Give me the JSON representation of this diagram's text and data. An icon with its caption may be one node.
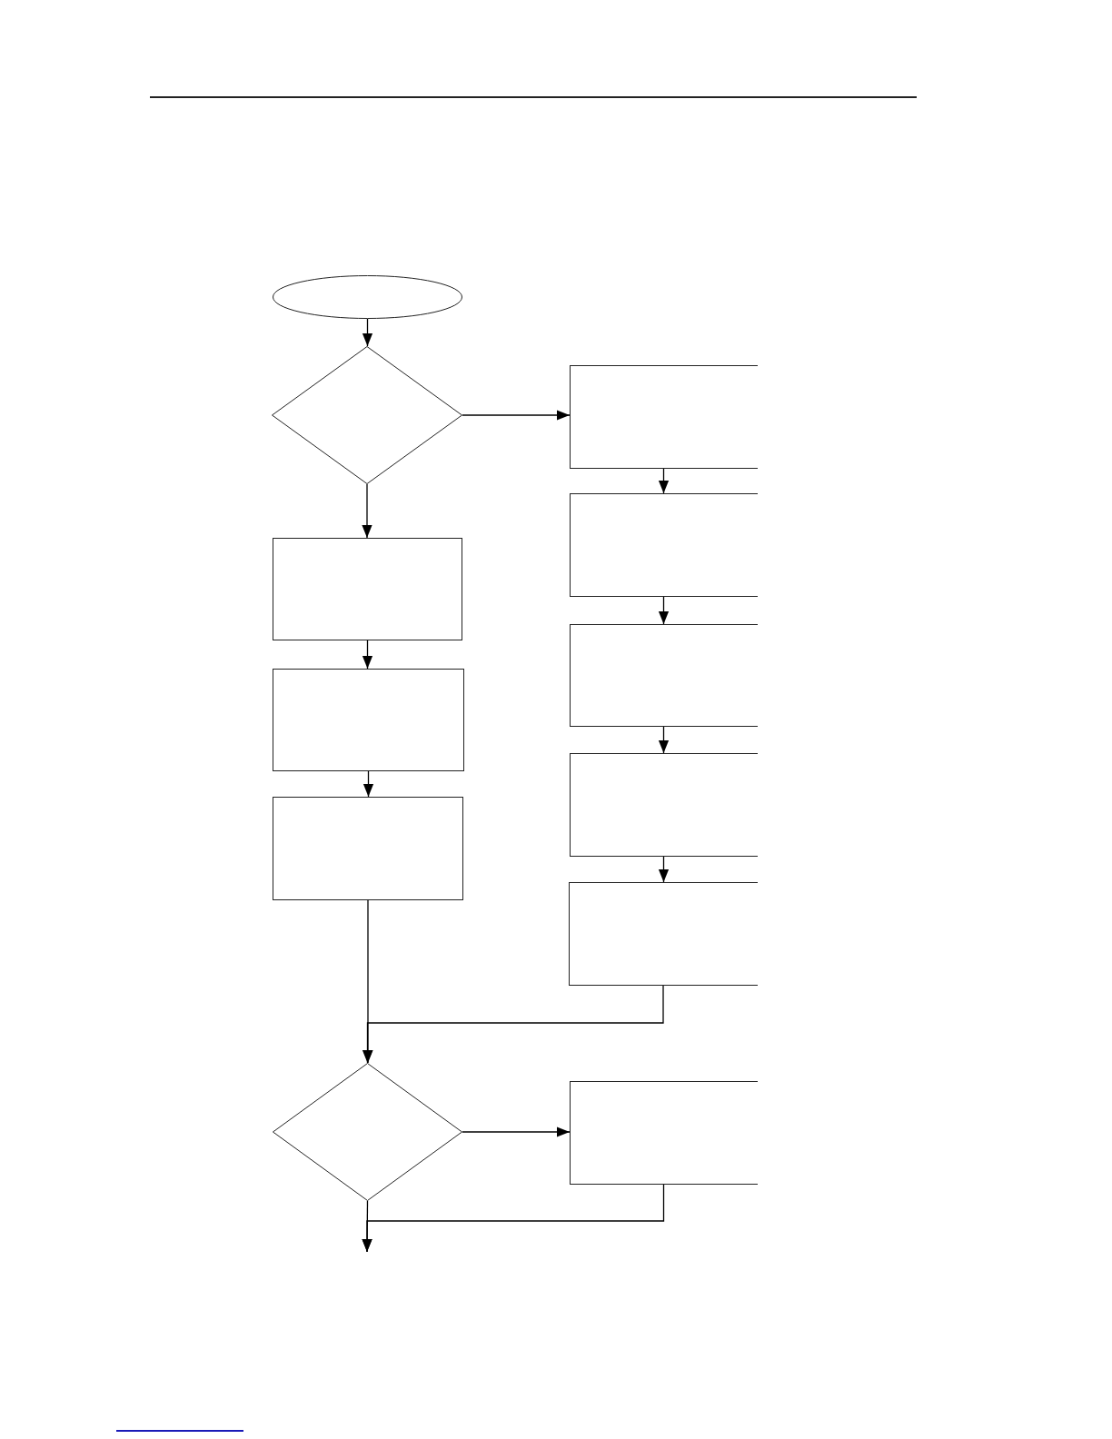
{
  "diagram": {
    "nodes": [
      {
        "text": [],
        "shape": "ellipse"
      },
      {
        "text": [],
        "shape": "diamond"
      },
      {
        "text": [],
        "shape": "box"
      },
      {
        "text": [],
        "shape": "box"
      },
      {
        "text": [],
        "shape": "box"
      },
      {
        "text": [],
        "shape": "box"
      },
      {
        "text": [],
        "shape": "box"
      },
      {
        "text": [],
        "shape": "box"
      },
      {
        "text": [],
        "shape": "box"
      },
      {
        "text": [],
        "shape": "box"
      },
      {
        "text": [],
        "shape": "diamond"
      },
      {
        "text": [],
        "shape": "box"
      }
    ],
    "edges": [
      {
        "from": 0,
        "to": 1,
        "arrow": "to"
      },
      {
        "from": 1,
        "to": 2,
        "arrow": "to"
      },
      {
        "from": 1,
        "to": 4,
        "arrow": "to"
      },
      {
        "from": 2,
        "to": 3,
        "arrow": "to"
      },
      {
        "from": 3,
        "to": 5,
        "arrow": "to"
      },
      {
        "from": 5,
        "to": 7,
        "arrow": "to"
      },
      {
        "from": 7,
        "to": 9,
        "arrow": "to"
      },
      {
        "from": 4,
        "to": 6,
        "arrow": "to"
      },
      {
        "from": 6,
        "to": 8,
        "arrow": "to"
      },
      {
        "from": 8,
        "to": 10,
        "arrow": "to"
      },
      {
        "from": 9,
        "to": 10,
        "arrow": "to"
      },
      {
        "from": 10,
        "to": 11,
        "arrow": "to"
      },
      {
        "from": 10,
        "to": null,
        "arrow": "to"
      },
      {
        "from": 11,
        "to": null,
        "arrow": "to"
      }
    ]
  }
}
